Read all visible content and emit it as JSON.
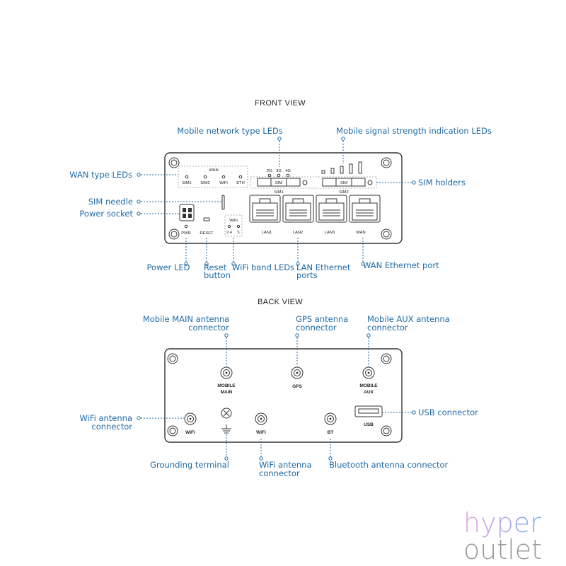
{
  "headings": {
    "front": "FRONT VIEW",
    "back": "BACK VIEW"
  },
  "front_labels": {
    "mobile_type_leds": "Mobile network type LEDs",
    "signal_leds": "Mobile signal strength indication LEDs",
    "wan_type_leds": "WAN type LEDs",
    "sim_holders": "SIM holders",
    "sim_needle": "SIM needle",
    "power_socket": "Power socket",
    "power_led": "Power LED",
    "reset_line1": "Reset",
    "reset_line2": "button",
    "wifi_band_leds": "WiFi band LEDs",
    "lan_line1": "LAN Ethernet",
    "lan_line2": "ports",
    "wan_port": "WAN Ethernet port"
  },
  "back_labels": {
    "main_line1": "Mobile MAIN antenna",
    "main_line2": "connector",
    "gps_line1": "GPS antenna",
    "gps_line2": "connector",
    "aux_line1": "Mobile AUX antenna",
    "aux_line2": "connector",
    "wifi_left_line1": "WiFi antenna",
    "wifi_left_line2": "connector",
    "usb": "USB connector",
    "grounding": "Grounding terminal",
    "wifi_mid_line1": "WiFi antenna",
    "wifi_mid_line2": "connector",
    "bluetooth": "Bluetooth antenna connector"
  },
  "front_device": {
    "wan": "WAN",
    "sim1": "SIM1",
    "sim2": "SIM2",
    "wifi": "WiFi",
    "eth": "ETH",
    "net_2g": "2G",
    "net_3g": "3G",
    "net_4g": "4G",
    "sim": "SIM",
    "sim1_slot": "SIM1",
    "sim2_slot": "SIM2",
    "pwr": "PWR",
    "reset": "RESET",
    "wifi_box": "WiFi",
    "band_24": "2.4",
    "band_5": "5",
    "lan1": "LAN1",
    "lan2": "LAN2",
    "lan3": "LAN3",
    "wan_port": "WAN"
  },
  "back_device": {
    "mobile1": "MOBILE",
    "main": "MAIN",
    "gps": "GPS",
    "mobile2": "MOBILE",
    "aux": "AUX",
    "wifi1": "WiFi",
    "wifi2": "WiFi",
    "bt": "BT",
    "usb": "USB"
  },
  "brand": {
    "line1": "hyper",
    "line2": "outlet"
  },
  "colors": {
    "callout": "#1f6aa5",
    "brand_gradient_start": "#c6a3e8",
    "brand_gradient_end": "#6fb3e8",
    "brand_outlet": "#9a9a9a"
  }
}
